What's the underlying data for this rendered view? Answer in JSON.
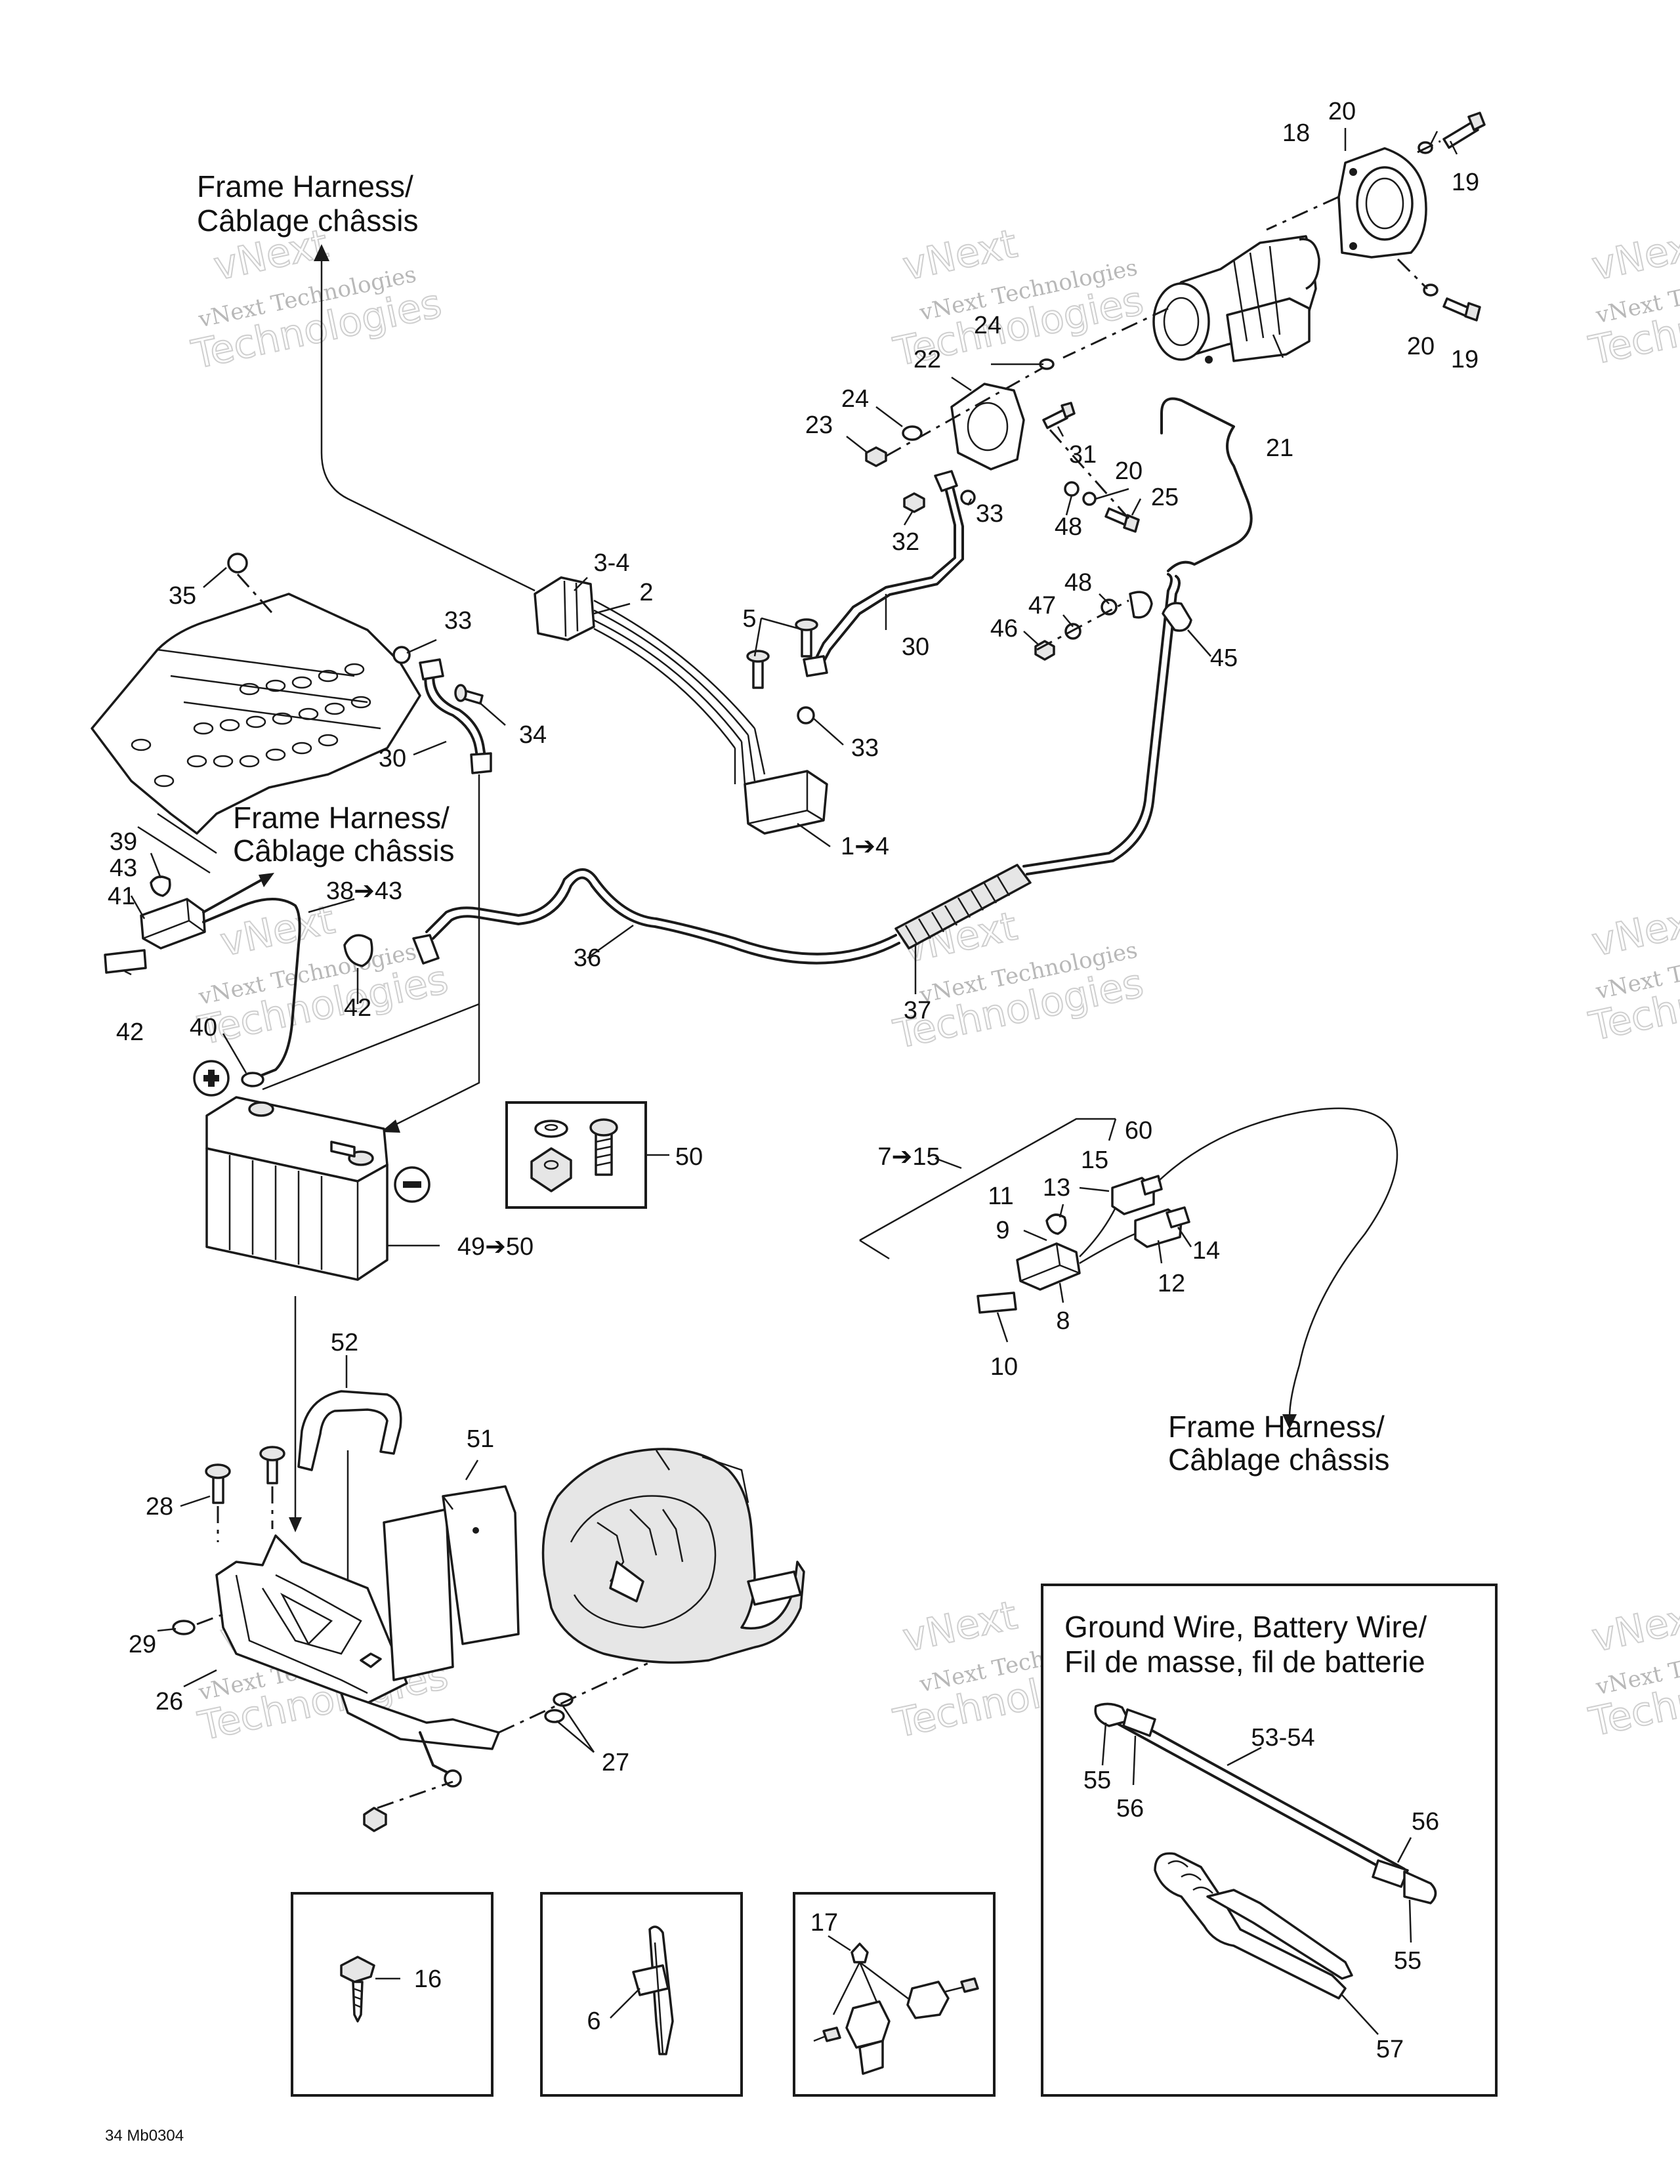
{
  "headings": {
    "frame_harness_top": [
      "Frame Harness/",
      "Câblage châssis"
    ],
    "frame_harness_mid": [
      "Frame Harness/",
      "Câblage châssis"
    ],
    "frame_harness_right": [
      "Frame Harness/",
      "Câblage châssis"
    ],
    "ground_battery_wire": [
      "Ground Wire, Battery Wire/",
      "Fil de masse, fil de batterie"
    ]
  },
  "callouts": {
    "c20a": "20",
    "c19a": "19",
    "c18": "18",
    "c20b": "20",
    "c19b": "19",
    "c21": "21",
    "c24a": "24",
    "c22": "22",
    "c24b": "24",
    "c23": "23",
    "c31": "31",
    "c33a": "33",
    "c20c": "20",
    "c25": "25",
    "c32": "32",
    "c48a": "48",
    "c3_4": "3-4",
    "c2": "2",
    "c35": "35",
    "c33b": "33",
    "c34": "34",
    "c30a": "30",
    "c5": "5",
    "c30b": "30",
    "c33c": "33",
    "c48b": "48",
    "c47": "47",
    "c46": "46",
    "c45": "45",
    "c1_4": "1➔4",
    "c39": "39",
    "c43": "43",
    "c41": "41",
    "c38_43": "38➔43",
    "c42a": "42",
    "c42b": "42",
    "c36": "36",
    "c37": "37",
    "c40": "40",
    "c50": "50",
    "c49_50": "49➔50",
    "c60": "60",
    "c7_15": "7➔15",
    "c15": "15",
    "c13": "13",
    "c11": "11",
    "c9": "9",
    "c14": "14",
    "c12": "12",
    "c8": "8",
    "c10": "10",
    "c52": "52",
    "c51": "51",
    "c28": "28",
    "c29": "29",
    "c26": "26",
    "c27": "27",
    "c53_54": "53-54",
    "c55a": "55",
    "c56a": "56",
    "c56b": "56",
    "c55b": "55",
    "c57": "57",
    "c16": "16",
    "c6": "6",
    "c17": "17"
  },
  "watermark": {
    "line1": "vNext",
    "line2": "vNext Technologies",
    "line3": "Technologies"
  },
  "drawing_code": "34 Mb0304"
}
